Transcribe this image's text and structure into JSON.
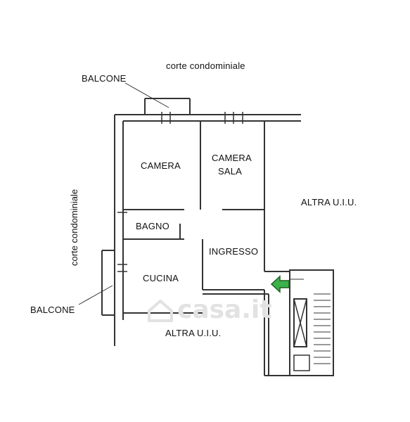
{
  "labels": {
    "top_courtyard": "corte condominiale",
    "left_courtyard": "corte condominiale",
    "balcony_top": "BALCONE",
    "balcony_left": "BALCONE",
    "room_camera": "CAMERA",
    "room_camera_sala_1": "CAMERA",
    "room_camera_sala_2": "SALA",
    "room_bagno": "BAGNO",
    "room_ingresso": "INGRESSO",
    "room_cucina": "CUCINA",
    "other_unit_right": "ALTRA U.I.U.",
    "other_unit_bottom": "ALTRA U.I.U."
  },
  "watermark": "casa.it",
  "colors": {
    "wall": "#333333",
    "background": "#ffffff",
    "entrance_arrow": "#3cb24a",
    "entrance_arrow_outline": "#1e5e22",
    "watermark": "#e2e2e2"
  },
  "icons": {
    "entrance": "entrance-arrow-icon",
    "watermark_logo": "house-logo-icon"
  }
}
